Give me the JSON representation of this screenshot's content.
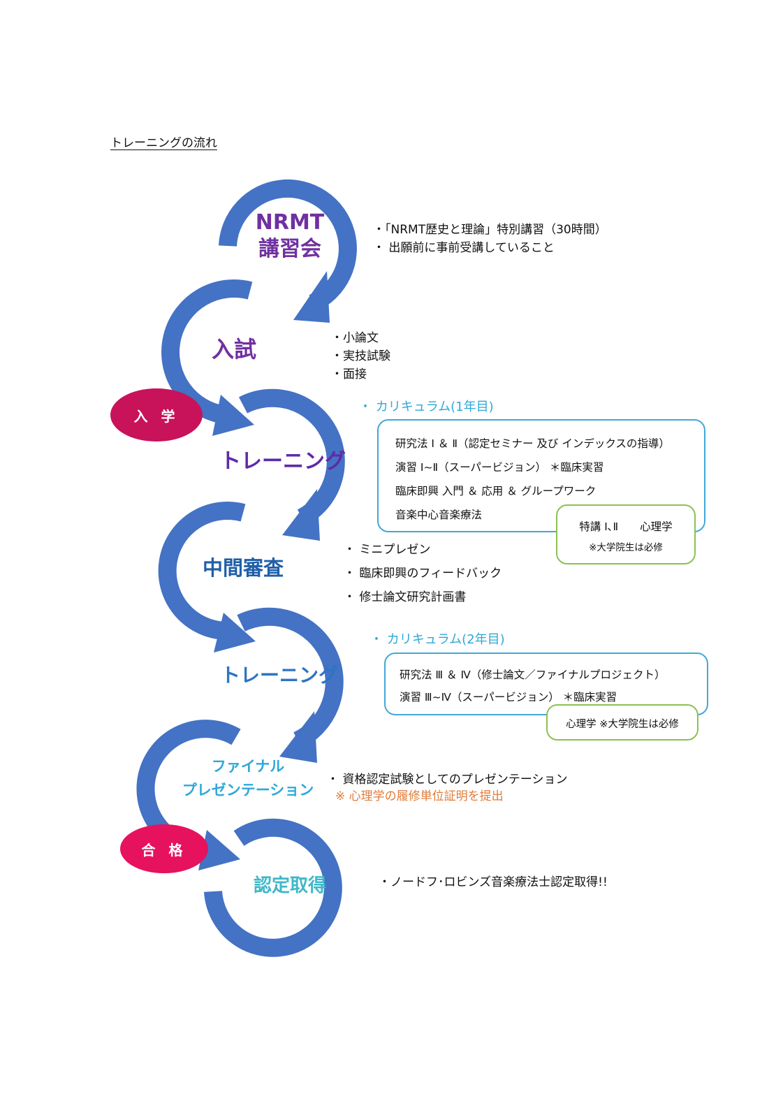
{
  "title": "トレーニングの流れ",
  "colors": {
    "arrow": "#4472c4",
    "purple": "#7030a0",
    "dark_blue": "#1f5fa8",
    "mid_blue": "#2e74c4",
    "light_blue": "#2fa8d8",
    "teal": "#3fb8c8",
    "orange": "#e07b39",
    "box_blue": "#42a8d8",
    "box_green": "#8cc152",
    "oval_enter": "#c8125a",
    "oval_pass": "#e6125e"
  },
  "stages": {
    "nrmt": {
      "line1": "NRMT",
      "line2": "講習会"
    },
    "entrance": {
      "label": "入試"
    },
    "training1": {
      "label": "トレーニング"
    },
    "midterm": {
      "label": "中間審査"
    },
    "training2": {
      "label": "トレーニング"
    },
    "final": {
      "line1": "ファイナル",
      "line2": "プレゼンテーション"
    },
    "certified": {
      "label": "認定取得"
    }
  },
  "ovals": {
    "enter": "入 学",
    "pass": "合 格"
  },
  "notes": {
    "nrmt": [
      "・「NRMT歴史と理論」特別講習（30時間）",
      "・ 出願前に事前受講していること"
    ],
    "entrance": [
      "・小論文",
      "・実技試験",
      "・面接"
    ],
    "curriculum1_heading": "・ カリキュラム(1年目)",
    "curriculum1_box": [
      "研究法 Ⅰ ＆ Ⅱ（認定セミナー 及び インデックスの指導）",
      "演習 Ⅰ~Ⅱ（スーパービジョン） ＊臨床実習",
      "臨床即興 入門 ＆ 応用 ＆ グループワーク",
      "音楽中心音楽療法"
    ],
    "curriculum1_side": {
      "line1": "特講 Ⅰ､Ⅱ　　心理学",
      "line2": "※大学院生は必修"
    },
    "midterm": [
      "・ ミニプレゼン",
      "・ 臨床即興のフィードバック",
      "・ 修士論文研究計画書"
    ],
    "curriculum2_heading": "・ カリキュラム(2年目)",
    "curriculum2_box": [
      "研究法 Ⅲ ＆ Ⅳ（修士論文／ファイナルプロジェクト）",
      "演習 Ⅲ~Ⅳ（スーパービジョン） ＊臨床実習"
    ],
    "curriculum2_side": "心理学 ※大学院生は必修",
    "final": "・ 資格認定試験としてのプレゼンテーション",
    "final_warning": "※ 心理学の履修単位証明を提出",
    "certified": "・ノードフ･ロビンズ音楽療法士認定取得!!"
  }
}
